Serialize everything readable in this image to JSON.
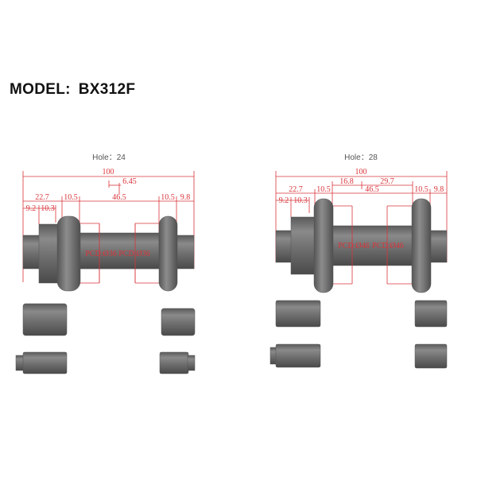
{
  "model": {
    "label": "MODEL:",
    "value": "BX312F"
  },
  "hubs": [
    {
      "hole_label": "Hole：24",
      "dims": {
        "overall": "100",
        "offset": "6.45",
        "left_total": "22.7",
        "left_flange": "10.5",
        "center": "46.5",
        "right_flange": "10.5",
        "right_end": "9.8",
        "left_end": "9.2",
        "left_step": "10.3"
      },
      "pcd_left": "PCD:Ø36",
      "pcd_right": "PCD:Ø36"
    },
    {
      "hole_label": "Hole：28",
      "dims": {
        "overall": "100",
        "offset_left": "16.8",
        "offset_right": "29.7",
        "left_total": "22.7",
        "left_flange": "10.5",
        "center": "46.5",
        "right_flange": "10.5",
        "right_end": "9.8",
        "left_end": "9.2",
        "left_step": "10.3"
      },
      "pcd_left": "PCD:Ø46",
      "pcd_right": "PCD:Ø46"
    }
  ],
  "colors": {
    "dimension": "#d9343a",
    "part": "#6e6e6e"
  }
}
